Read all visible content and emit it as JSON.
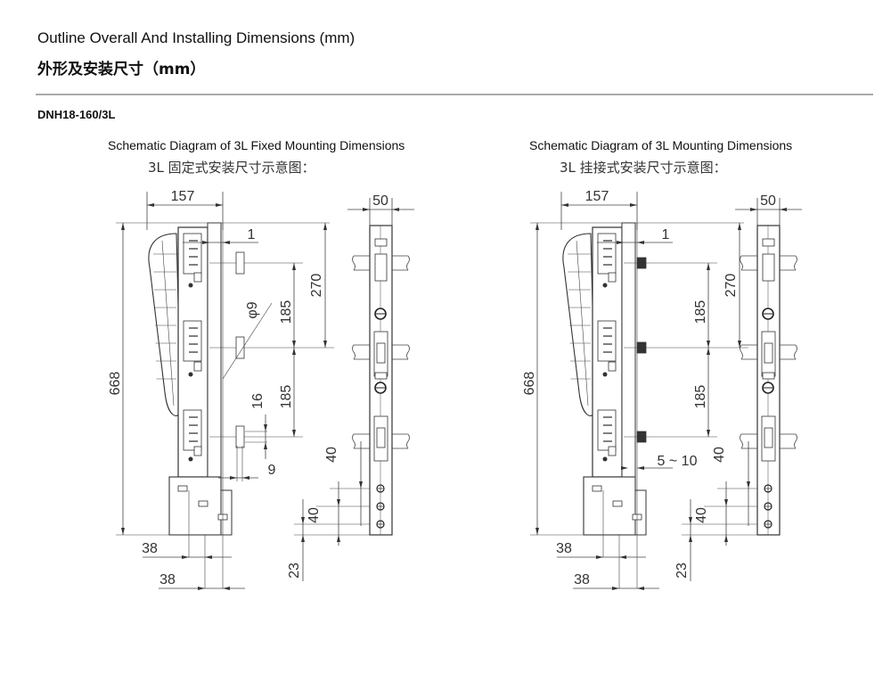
{
  "header": {
    "title_en": "Outline Overall And Installing Dimensions  (mm)",
    "title_cn": "外形及安装尺寸（mm）"
  },
  "model": "DNH18-160/3L",
  "diagrams": [
    {
      "caption_en": "Schematic Diagram of 3L Fixed Mounting Dimensions",
      "caption_cn": "3L 固定式安装尺寸示意图：",
      "dims": {
        "width": "157",
        "depth": "50",
        "height": "668",
        "offset": "1",
        "pitch1": "185",
        "pitch2": "185",
        "span": "270",
        "hole": "φ9",
        "slot_h": "16",
        "slot_w": "9",
        "base1": "38",
        "base2": "38",
        "term1": "40",
        "term2": "40",
        "term_bottom": "23"
      }
    },
    {
      "caption_en": "Schematic Diagram of 3L Mounting Dimensions",
      "caption_cn": "3L 挂接式安装尺寸示意图：",
      "dims": {
        "width": "157",
        "depth": "50",
        "height": "668",
        "offset": "1",
        "pitch1": "185",
        "pitch2": "185",
        "span": "270",
        "busbar": "5 ~ 10",
        "base1": "38",
        "base2": "38",
        "term1": "40",
        "term2": "40",
        "term_bottom": "23"
      }
    }
  ]
}
